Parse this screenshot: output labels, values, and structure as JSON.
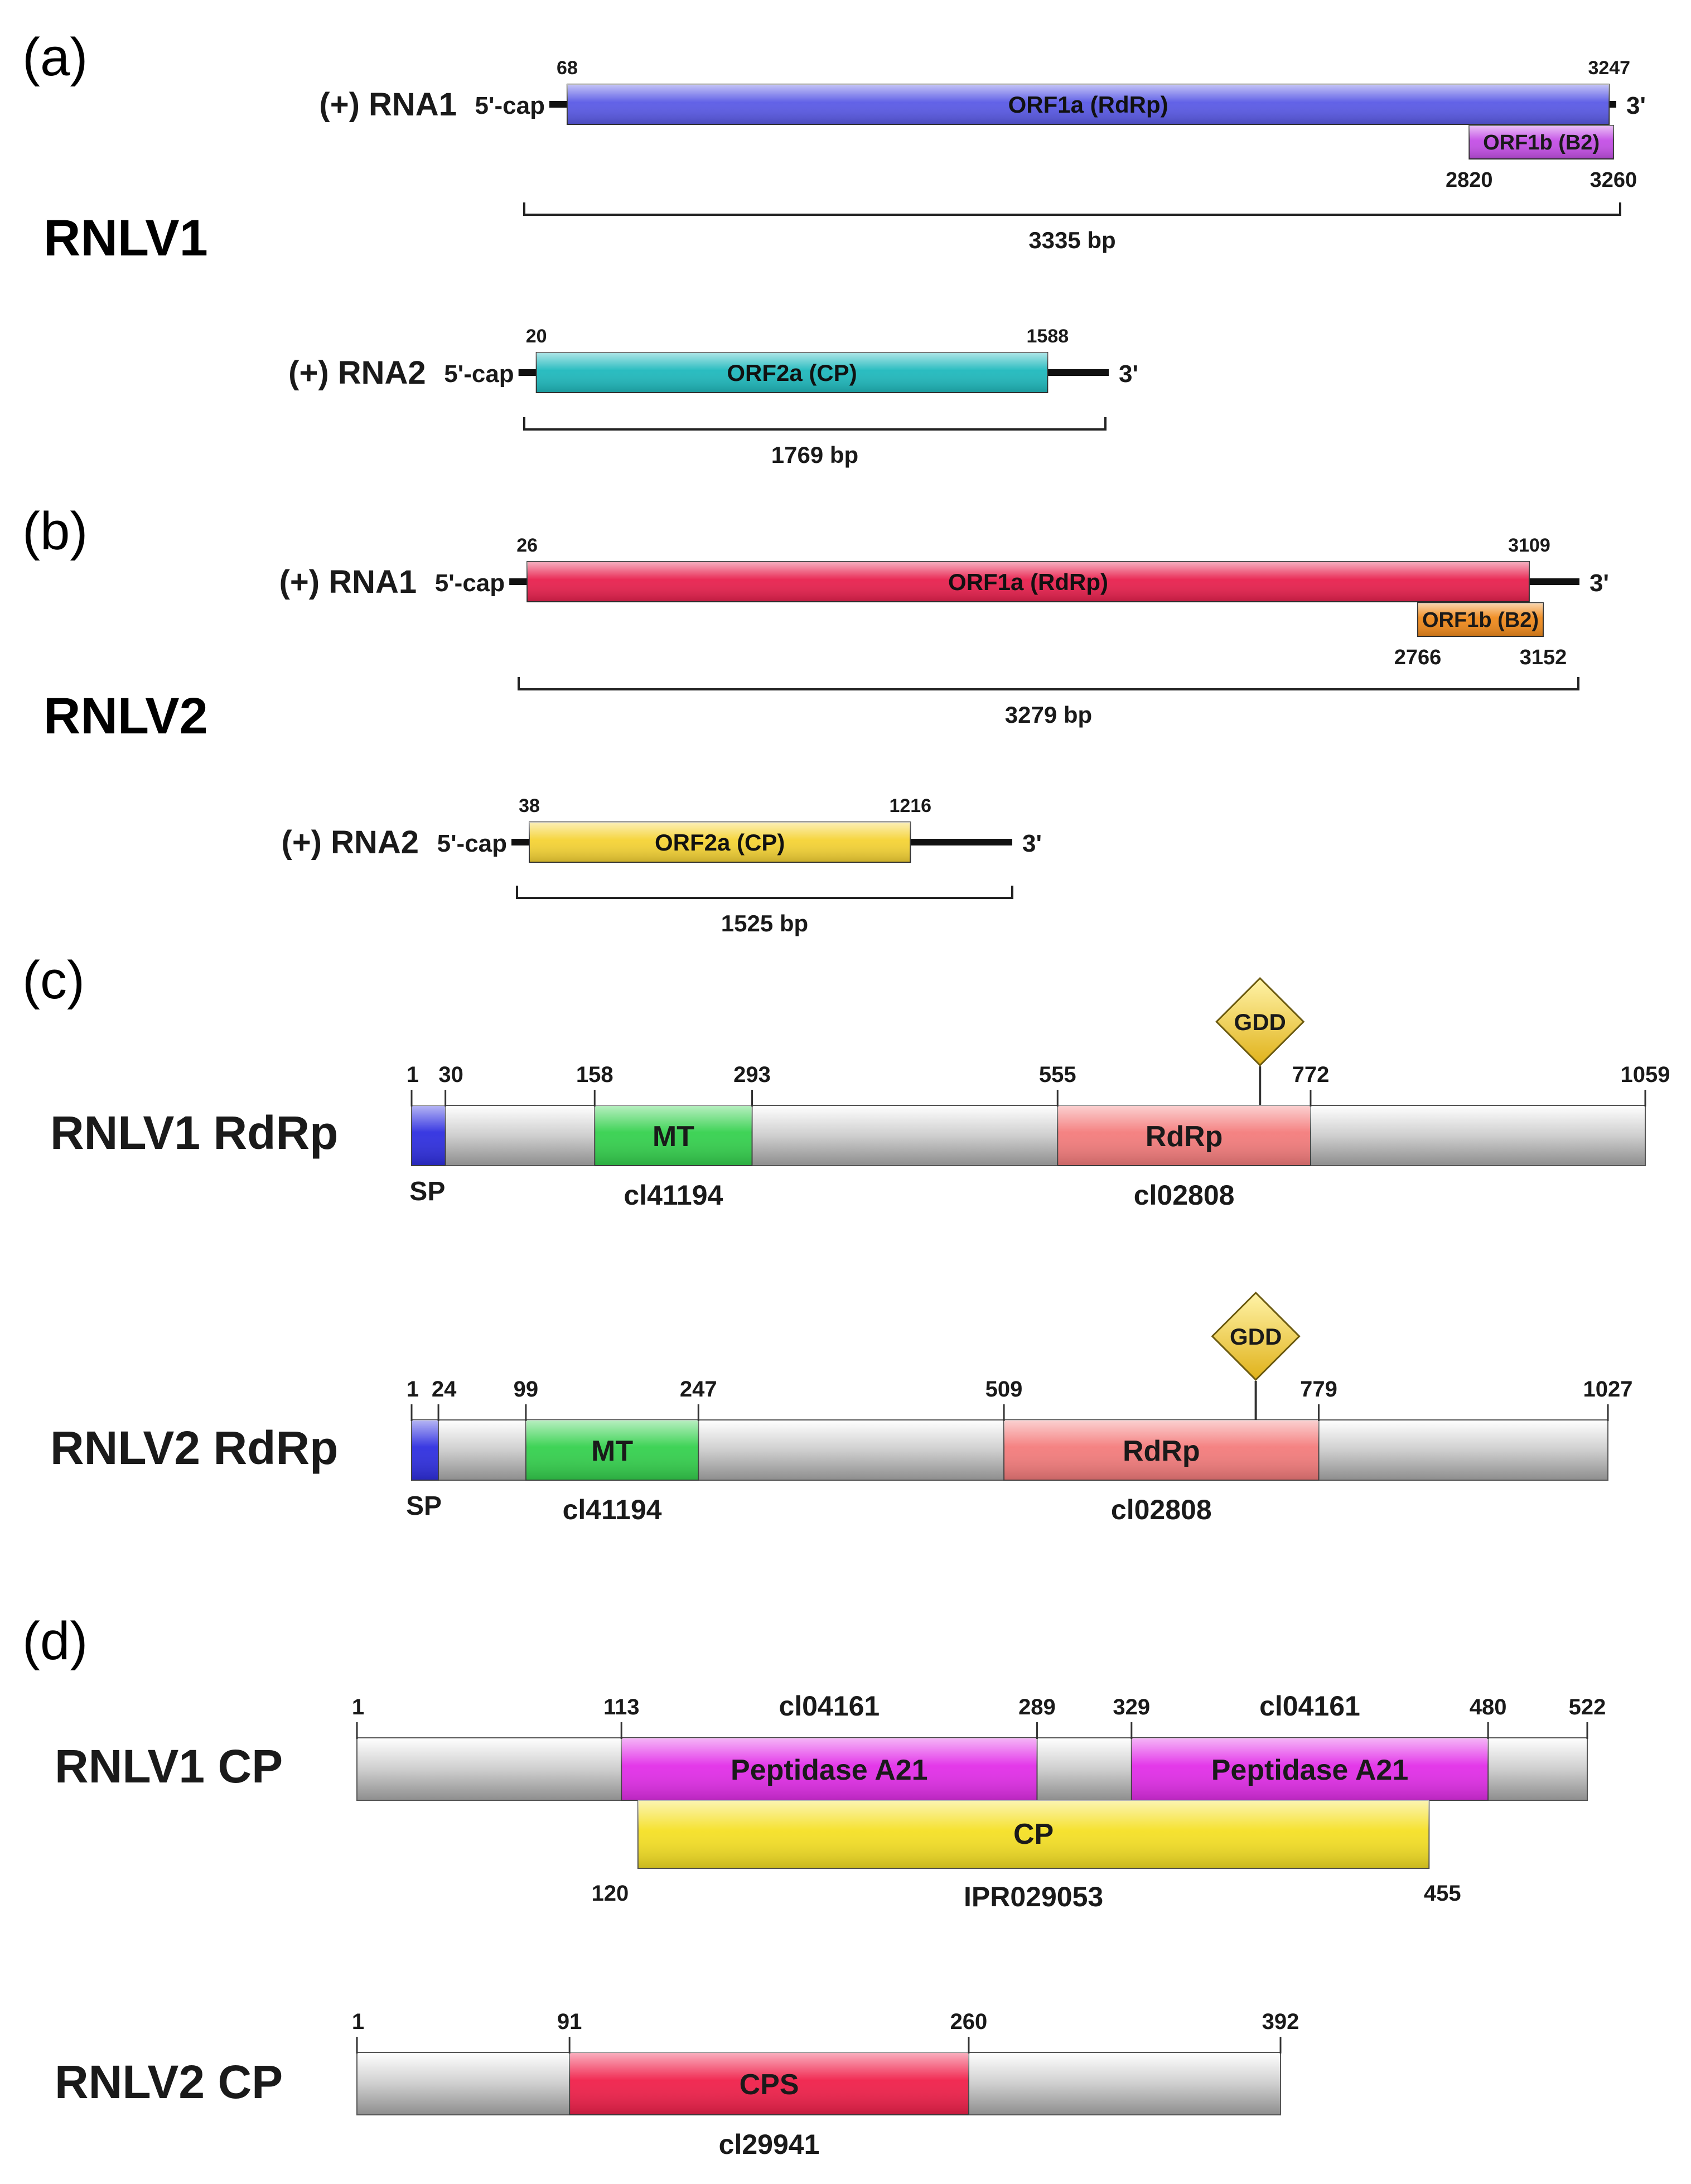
{
  "panels": [
    {
      "label": "(a)",
      "virus": "RNLV1"
    },
    {
      "label": "(b)",
      "virus": "RNLV2"
    },
    {
      "label": "(c)"
    },
    {
      "label": "(d)"
    }
  ],
  "genomes": [
    {
      "id": "rnlv1-rna1",
      "strand_label": "(+) RNA1",
      "five_prime": "5'-cap",
      "three_prime": "3'",
      "length_label": "3335 bp",
      "orfs": [
        {
          "name": "ORF1a (RdRp)",
          "start": 68,
          "end": 3247,
          "color": "#5a5ae6"
        },
        {
          "name": "ORF1b (B2)",
          "start": 2820,
          "end": 3260,
          "color": "#c44fe6"
        }
      ]
    },
    {
      "id": "rnlv1-rna2",
      "strand_label": "(+) RNA2",
      "five_prime": "5'-cap",
      "three_prime": "3'",
      "length_label": "1769 bp",
      "orfs": [
        {
          "name": "ORF2a (CP)",
          "start": 20,
          "end": 1588,
          "color": "#1fb9bd"
        }
      ]
    },
    {
      "id": "rnlv2-rna1",
      "strand_label": "(+) RNA1",
      "five_prime": "5'-cap",
      "three_prime": "3'",
      "length_label": "3279 bp",
      "orfs": [
        {
          "name": "ORF1a (RdRp)",
          "start": 26,
          "end": 3109,
          "color": "#e8214e"
        },
        {
          "name": "ORF1b (B2)",
          "start": 2766,
          "end": 3152,
          "color": "#f08a1c"
        }
      ]
    },
    {
      "id": "rnlv2-rna2",
      "strand_label": "(+) RNA2",
      "five_prime": "5'-cap",
      "three_prime": "3'",
      "length_label": "1525 bp",
      "orfs": [
        {
          "name": "ORF2a (CP)",
          "start": 38,
          "end": 1216,
          "color": "#f5d335"
        }
      ]
    }
  ],
  "proteins": [
    {
      "id": "rnlv1-rdrp",
      "title": "RNLV1 RdRp",
      "length": 1059,
      "ticks": [
        "1",
        "30",
        "158",
        "293",
        "555",
        "772",
        "1059"
      ],
      "motif": {
        "label": "GDD"
      },
      "domains": [
        {
          "name": "",
          "start": 1,
          "end": 30,
          "color": "#2f2fe0",
          "note": "SP"
        },
        {
          "name": "MT",
          "start": 158,
          "end": 293,
          "color": "#35d14e",
          "note": "cl41194"
        },
        {
          "name": "RdRp",
          "start": 555,
          "end": 772,
          "color": "#f47c7c",
          "note": "cl02808"
        }
      ]
    },
    {
      "id": "rnlv2-rdrp",
      "title": "RNLV2 RdRp",
      "length": 1027,
      "ticks": [
        "1",
        "24",
        "99",
        "247",
        "509",
        "779",
        "1027"
      ],
      "motif": {
        "label": "GDD"
      },
      "domains": [
        {
          "name": "",
          "start": 1,
          "end": 24,
          "color": "#2f2fe0",
          "note": "SP"
        },
        {
          "name": "MT",
          "start": 99,
          "end": 247,
          "color": "#35d14e",
          "note": "cl41194"
        },
        {
          "name": "RdRp",
          "start": 509,
          "end": 779,
          "color": "#f47c7c",
          "note": "cl02808"
        }
      ]
    },
    {
      "id": "rnlv1-cp",
      "title": "RNLV1 CP",
      "length": 522,
      "ticks": [
        "1",
        "113",
        "289",
        "329",
        "480",
        "522"
      ],
      "domains": [
        {
          "name": "Peptidase A21",
          "start": 113,
          "end": 289,
          "color": "#e22ee8",
          "note": "cl04161"
        },
        {
          "name": "Peptidase A21",
          "start": 329,
          "end": 480,
          "color": "#e22ee8",
          "note": "cl04161"
        }
      ],
      "sub_domain": {
        "name": "CP",
        "start": 120,
        "end": 455,
        "color": "#f5e025",
        "note": "IPR029053",
        "start_label": "120",
        "end_label": "455"
      }
    },
    {
      "id": "rnlv2-cp",
      "title": "RNLV2 CP",
      "length": 392,
      "ticks": [
        "1",
        "91",
        "260",
        "392"
      ],
      "domains": [
        {
          "name": "CPS",
          "start": 91,
          "end": 260,
          "color": "#f0204a",
          "note": "cl29941"
        }
      ]
    }
  ]
}
